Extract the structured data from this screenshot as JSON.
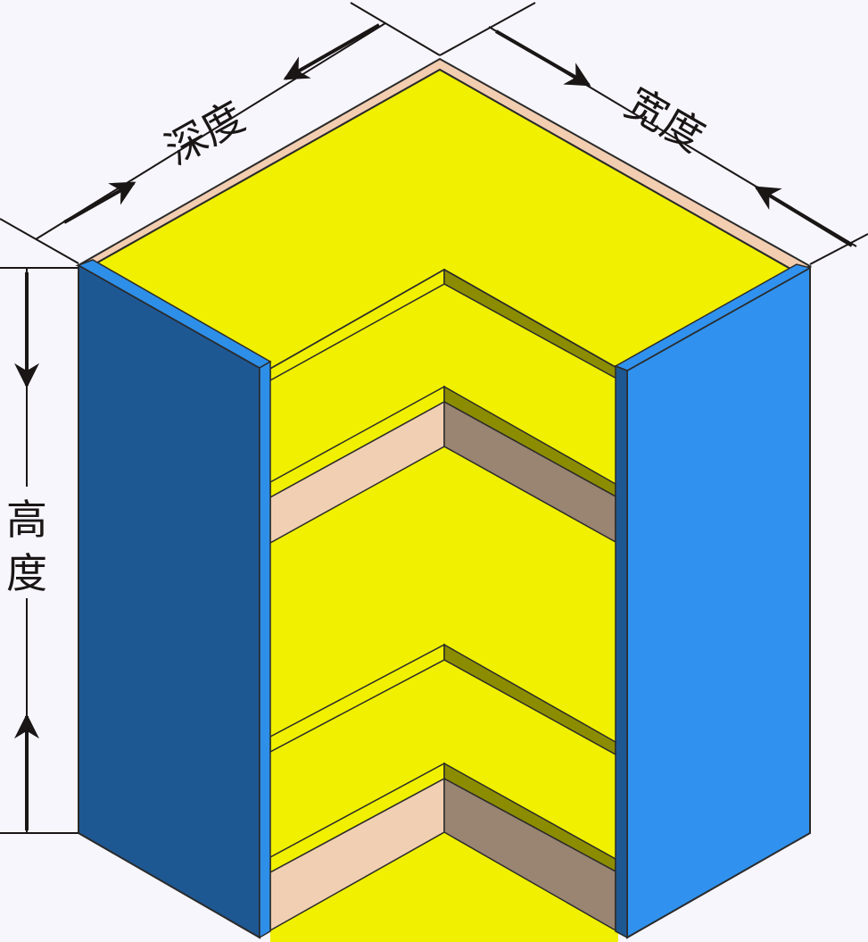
{
  "diagram": {
    "labels": {
      "depth": "深度",
      "width": "宽度",
      "height_top": "高",
      "height_bottom": "度"
    },
    "colors": {
      "background": "#f7f6fd",
      "shelf_top": "#f0f000",
      "shelf_shadow": "#8c8c00",
      "panel_left": "#1e5893",
      "panel_left_edge": "#2e8fe8",
      "panel_right": "#3092ee",
      "panel_right_edge": "#1e5893",
      "back_edge": "#f2cdb0",
      "front_edge_left": "#f1cfb2",
      "front_edge_right": "#9a8472",
      "outline": "#2a2a2a",
      "dimension_line": "#1a1616"
    }
  }
}
